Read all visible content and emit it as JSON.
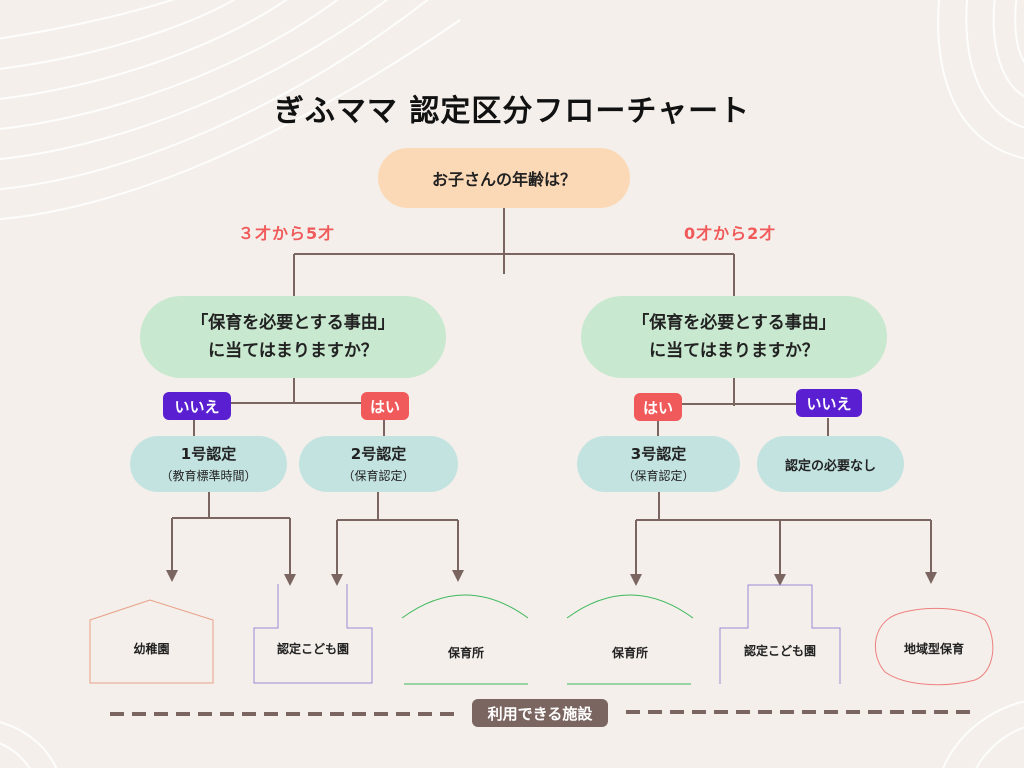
{
  "title": "ぎふママ 認定区分フローチャート",
  "question_age": "お子さんの年齢は？",
  "branches": {
    "left": "３才から5才",
    "right": "0才から2才"
  },
  "question_need": {
    "line1": "「保育を必要とする事由」",
    "line2": "に当てはまりますか？"
  },
  "answers": {
    "no": "いいえ",
    "yes": "はい"
  },
  "certifications": {
    "c1": {
      "name": "1号認定",
      "detail": "（教育標準時間）"
    },
    "c2": {
      "name": "2号認定",
      "detail": "（保育認定）"
    },
    "c3": {
      "name": "3号認定",
      "detail": "（保育認定）"
    },
    "none": {
      "name": "認定の必要なし"
    }
  },
  "facilities": {
    "kindergarten": "幼稚園",
    "kodomoen": "認定こども園",
    "hoikusho": "保育所",
    "regional": "地域型保育"
  },
  "footer_label": "利用できる施設",
  "colors": {
    "background": "#f4efea",
    "age_box": "#fcd9b6",
    "question_box": "#c8e8cf",
    "cert_box": "#c3e3e1",
    "no_tag": "#5a1fd1",
    "yes_tag": "#f15a5a",
    "branch_text": "#f05a5a",
    "connector": "#7b6560"
  }
}
